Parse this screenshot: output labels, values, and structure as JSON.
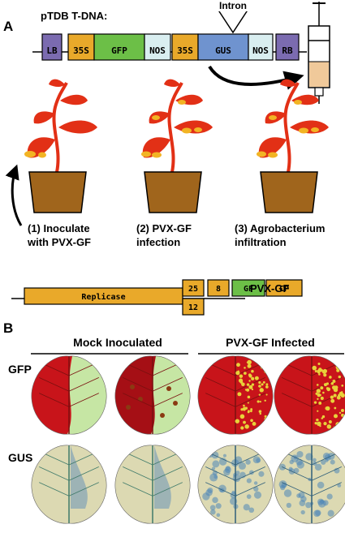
{
  "panel_a": {
    "letter": "A",
    "construct_label": "pTDB T-DNA:",
    "intron_label": "Intron",
    "tdna_segments": [
      {
        "label": "LB",
        "color": "#7b6bb0"
      },
      {
        "label": "35S",
        "color": "#e9a92a"
      },
      {
        "label": "GFP",
        "color": "#6cbf47"
      },
      {
        "label": "NOS",
        "color": "#d9eef0"
      },
      {
        "label": "35S",
        "color": "#e9a92a"
      },
      {
        "label": "GUS",
        "color": "#6f93cf"
      },
      {
        "label": "NOS",
        "color": "#d9eef0"
      },
      {
        "label": "RB",
        "color": "#7b6bb0"
      }
    ],
    "steps": [
      {
        "line1": "(1) Inoculate",
        "line2": "with PVX-GF"
      },
      {
        "line1": "(2) PVX-GF",
        "line2": "infection"
      },
      {
        "line1": "(3) Agrobacterium",
        "line2": "infiltration"
      }
    ],
    "pvx_segments": [
      {
        "label": "Replicase",
        "color": "#e9a92a"
      },
      {
        "label": "25",
        "color": "#e9a92a"
      },
      {
        "label": "12",
        "color": "#e9a92a"
      },
      {
        "label": "8",
        "color": "#e9a92a"
      },
      {
        "label": "GF",
        "color": "#6cbf47"
      },
      {
        "label": "CP",
        "color": "#e9a92a"
      }
    ],
    "pvx_label": "PVX-GF"
  },
  "panel_b": {
    "letter": "B",
    "col_mock": "Mock Inoculated",
    "col_infected": "PVX-GF Infected",
    "row_gfp": "GFP",
    "row_gus": "GUS"
  },
  "colors": {
    "plant_red": "#e23016",
    "spot_yellow": "#f2b424",
    "pot_brown": "#a0651c",
    "leaf_red": "#c8141a",
    "leaf_green": "#c6e6a4",
    "leaf_gus": "#dcd9b2",
    "gus_blue": "#4f86b8"
  }
}
